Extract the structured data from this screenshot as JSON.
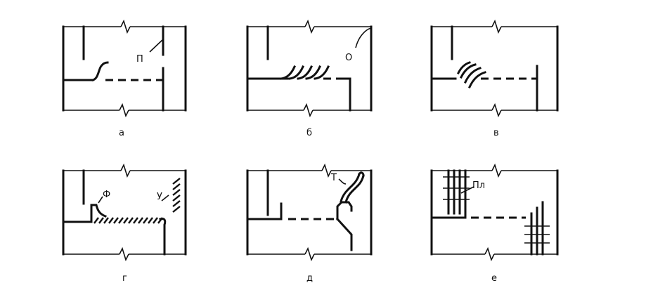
{
  "panels": [
    {
      "caption": "а",
      "tag": "П"
    },
    {
      "caption": "б",
      "tag": "О"
    },
    {
      "caption": "в"
    },
    {
      "caption": "г",
      "tag": "Ф",
      "tag2": "У"
    },
    {
      "caption": "д",
      "tag": "Т"
    },
    {
      "caption": "е",
      "tag": "Пл"
    }
  ]
}
